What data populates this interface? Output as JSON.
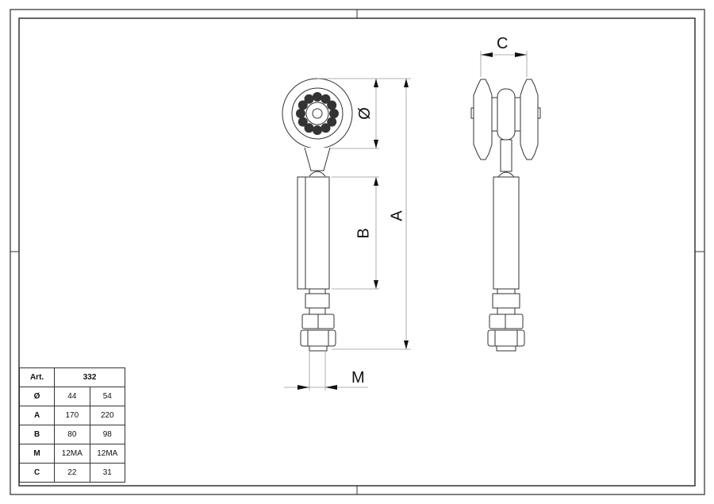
{
  "drawing": {
    "title": "Roller hanger dimension drawing",
    "line_color": "#333333",
    "dim_line_color": "#999999",
    "fill_dark": "#333333"
  },
  "dimension_labels": {
    "diameter": "Ø",
    "A": "A",
    "B": "B",
    "C": "C",
    "M": "M"
  },
  "spec_table": {
    "header_label": "Art.",
    "article": "332",
    "rows": [
      {
        "label": "Ø",
        "values": [
          "44",
          "54"
        ]
      },
      {
        "label": "A",
        "values": [
          "170",
          "220"
        ]
      },
      {
        "label": "B",
        "values": [
          "80",
          "98"
        ]
      },
      {
        "label": "M",
        "values": [
          "12MA",
          "12MA"
        ]
      },
      {
        "label": "C",
        "values": [
          "22",
          "31"
        ]
      }
    ]
  }
}
